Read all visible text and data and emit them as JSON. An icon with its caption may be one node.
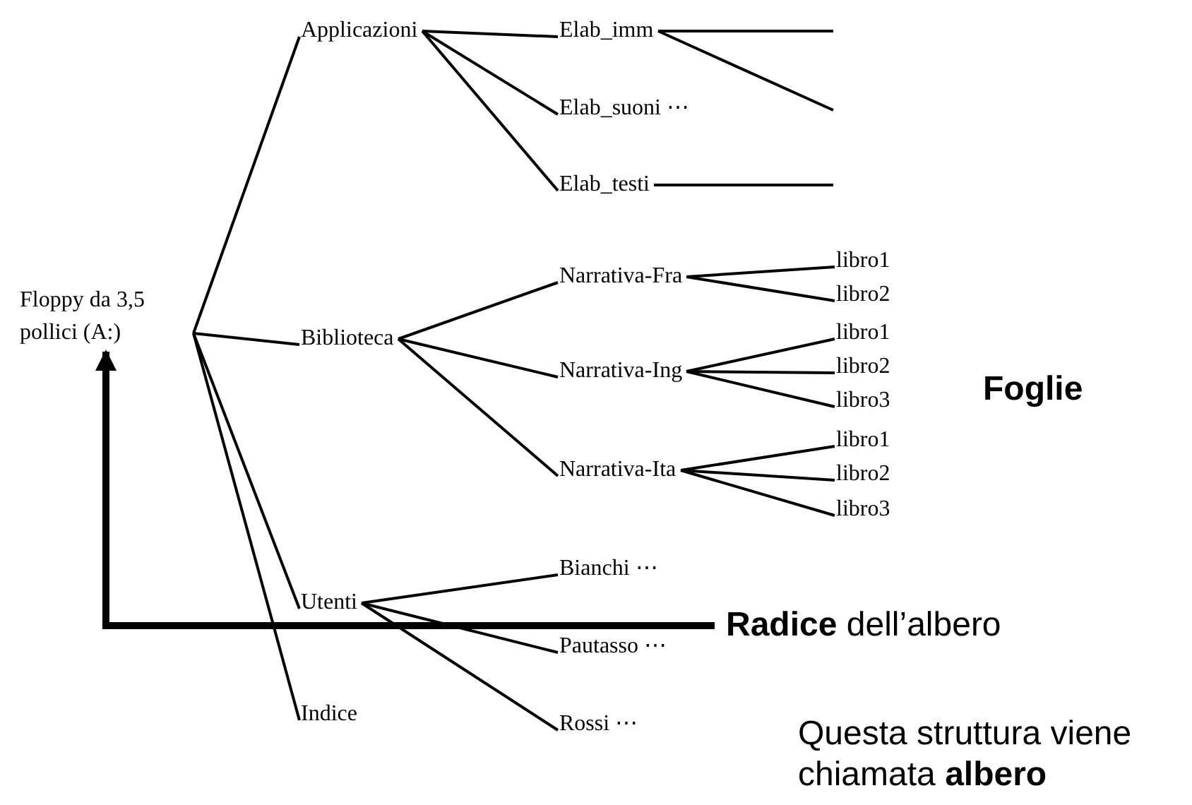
{
  "diagram": {
    "nodes": [
      {
        "text": [
          "Floppy da 3,5 pollici (A:)"
        ]
      },
      {
        "text": [
          "Applicazioni"
        ]
      },
      {
        "text": [
          "Biblioteca"
        ]
      },
      {
        "text": [
          "Utenti"
        ]
      },
      {
        "text": [
          "Indice"
        ]
      },
      {
        "text": [
          "Elab_imm"
        ]
      },
      {
        "text": [
          "Elab_suoni ⋯"
        ]
      },
      {
        "text": [
          "Elab_testi"
        ]
      },
      {
        "text": [
          "Narrativa-Fra"
        ]
      },
      {
        "text": [
          "Narrativa-Ing"
        ]
      },
      {
        "text": [
          "Narrativa-Ita"
        ]
      },
      {
        "text": [
          "libro1"
        ]
      },
      {
        "text": [
          "libro2"
        ]
      },
      {
        "text": [
          "libro1"
        ]
      },
      {
        "text": [
          "libro2"
        ]
      },
      {
        "text": [
          "libro3"
        ]
      },
      {
        "text": [
          "libro1"
        ]
      },
      {
        "text": [
          "libro2"
        ]
      },
      {
        "text": [
          "libro3"
        ]
      },
      {
        "text": [
          "Bianchi ⋯"
        ]
      },
      {
        "text": [
          "Pautasso ⋯"
        ]
      },
      {
        "text": [
          "Rossi ⋯"
        ]
      },
      {
        "text": [
          "**Radice** dell’albero"
        ]
      }
    ],
    "edges": [
      {
        "from": 0,
        "to": 1,
        "arrow": "none"
      },
      {
        "from": 0,
        "to": 2,
        "arrow": "none"
      },
      {
        "from": 0,
        "to": 3,
        "arrow": "none"
      },
      {
        "from": 0,
        "to": 4,
        "arrow": "none"
      },
      {
        "from": 1,
        "to": 5,
        "arrow": "none"
      },
      {
        "from": 1,
        "to": 6,
        "arrow": "none"
      },
      {
        "from": 1,
        "to": 7,
        "arrow": "none"
      },
      {
        "from": 5,
        "to": null,
        "arrow": "none"
      },
      {
        "from": 5,
        "to": null,
        "arrow": "none"
      },
      {
        "from": 7,
        "to": null,
        "arrow": "none"
      },
      {
        "from": 2,
        "to": 8,
        "arrow": "none"
      },
      {
        "from": 2,
        "to": 9,
        "arrow": "none"
      },
      {
        "from": 2,
        "to": 10,
        "arrow": "none"
      },
      {
        "from": 8,
        "to": 11,
        "arrow": "none"
      },
      {
        "from": 8,
        "to": 12,
        "arrow": "none"
      },
      {
        "from": 9,
        "to": 13,
        "arrow": "none"
      },
      {
        "from": 9,
        "to": 14,
        "arrow": "none"
      },
      {
        "from": 9,
        "to": 15,
        "arrow": "none"
      },
      {
        "from": 10,
        "to": 16,
        "arrow": "none"
      },
      {
        "from": 10,
        "to": 17,
        "arrow": "none"
      },
      {
        "from": 10,
        "to": 18,
        "arrow": "none"
      },
      {
        "from": 3,
        "to": 19,
        "arrow": "none"
      },
      {
        "from": 3,
        "to": 20,
        "arrow": "none"
      },
      {
        "from": 3,
        "to": 21,
        "arrow": "none"
      },
      {
        "from": 22,
        "to": 0,
        "arrow": "to",
        "style": "thick"
      }
    ],
    "labels": [
      "Foglie",
      "Questa struttura viene chiamata **albero**"
    ]
  }
}
